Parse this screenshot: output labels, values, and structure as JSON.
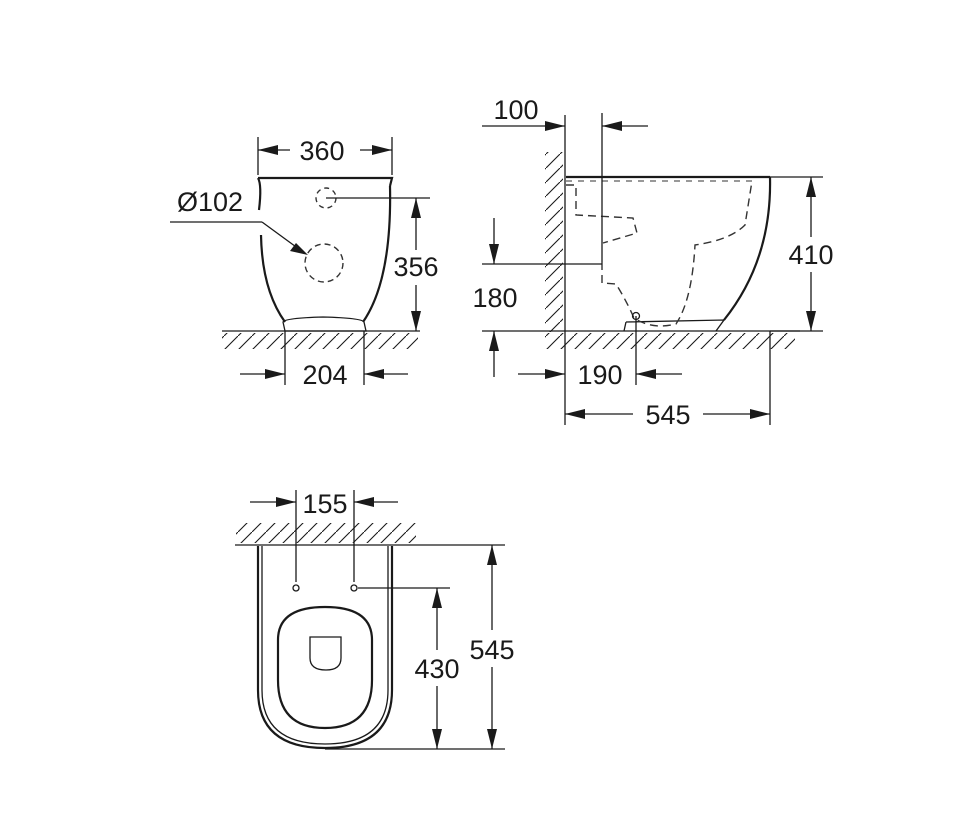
{
  "diagram": {
    "subject": "Floor-standing toilet dimension drawing",
    "units": "mm",
    "views": {
      "front": {
        "top_width": "360",
        "outlet_diameter": "Ø102",
        "inlet_height": "356",
        "base_width": "204"
      },
      "side": {
        "inlet_offset_from_wall": "100",
        "outlet_height": "180",
        "height": "410",
        "outlet_offset_from_wall": "190",
        "depth": "545"
      },
      "top": {
        "fixing_spacing": "155",
        "fixing_distance_to_front": "430",
        "depth": "545"
      }
    },
    "colors": {
      "line": "#1a1a1a",
      "background": "#ffffff"
    }
  }
}
